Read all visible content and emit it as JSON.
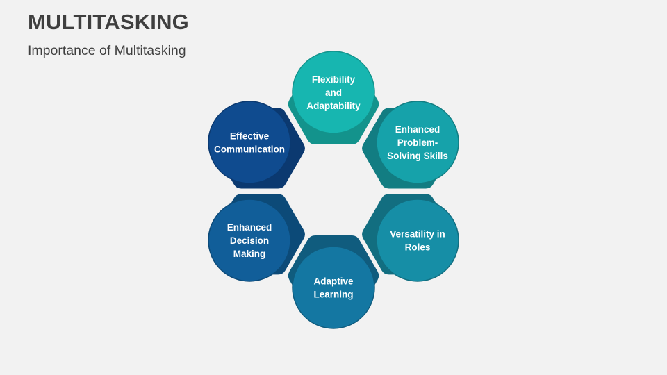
{
  "header": {
    "title": "MULTITASKING",
    "subtitle": "Importance of Multitasking"
  },
  "diagram": {
    "type": "cycle",
    "nodes": [
      {
        "id": "flexibility",
        "lines": [
          "Flexibility",
          "and",
          "Adaptability"
        ],
        "circle_color": "#17b6b0",
        "hex_color": "#13938c"
      },
      {
        "id": "problem-solving",
        "lines": [
          "Enhanced",
          "Problem-",
          "Solving Skills"
        ],
        "circle_color": "#16a2aa",
        "hex_color": "#127d82"
      },
      {
        "id": "versatility",
        "lines": [
          "Versatility in",
          "Roles"
        ],
        "circle_color": "#168ea6",
        "hex_color": "#126e80"
      },
      {
        "id": "adaptive-learning",
        "lines": [
          "Adaptive",
          "Learning"
        ],
        "circle_color": "#1477a2",
        "hex_color": "#105c7e"
      },
      {
        "id": "decision-making",
        "lines": [
          "Enhanced",
          "Decision",
          "Making"
        ],
        "circle_color": "#115e99",
        "hex_color": "#0c4a78"
      },
      {
        "id": "communication",
        "lines": [
          "Effective",
          "Communication"
        ],
        "circle_color": "#0f4b8f",
        "hex_color": "#0b3970"
      }
    ]
  }
}
